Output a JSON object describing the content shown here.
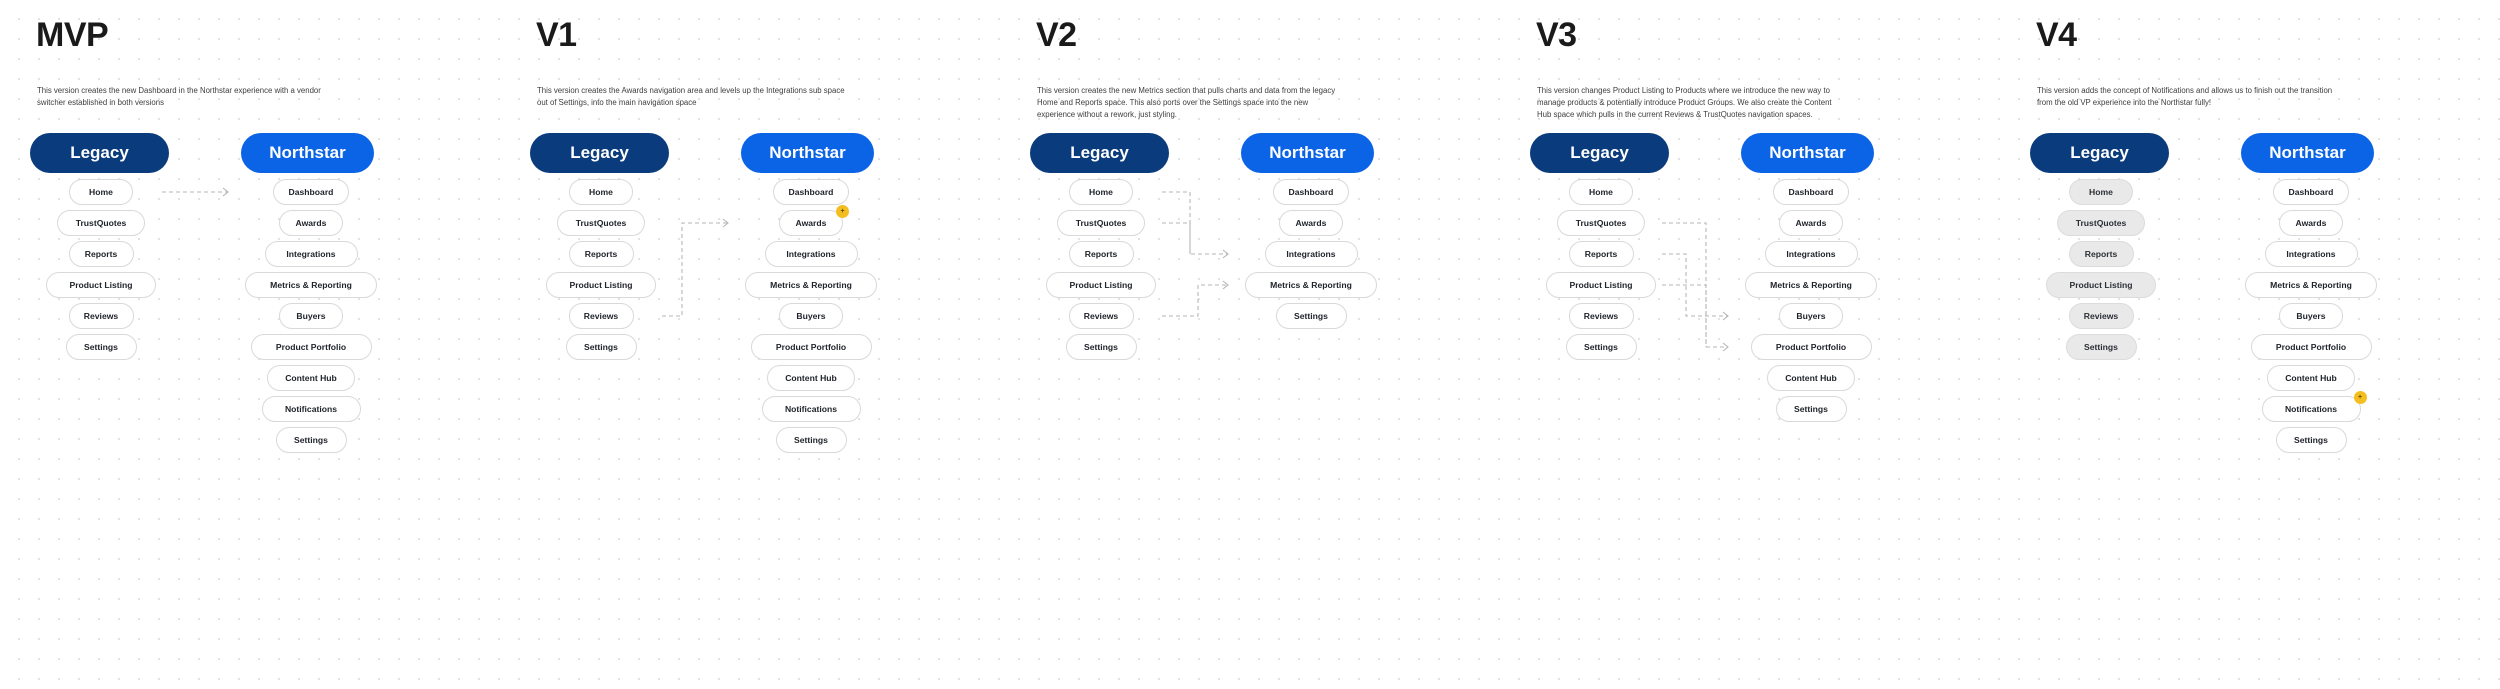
{
  "meta": {
    "colors": {
      "legacy_header": "#0A3B7C",
      "northstar_header": "#0B63E5",
      "badge": "#F5BE20",
      "pill_border": "#d9d9d9",
      "pill_dim_bg": "#e9e9e9",
      "connector": "#b6b6b6"
    },
    "legacy_label": "Legacy",
    "northstar_label": "Northstar",
    "badge_glyph": "+"
  },
  "versions": [
    {
      "title": "MVP",
      "description": "This version creates the new Dashboard in the Northstar experience with a vendor switcher established in both versions",
      "legacy": [
        {
          "label": "Home"
        },
        {
          "label": "TrustQuotes"
        },
        {
          "label": "Reports"
        },
        {
          "label": "Product Listing"
        },
        {
          "label": "Reviews"
        },
        {
          "label": "Settings"
        }
      ],
      "northstar": [
        {
          "label": "Dashboard"
        },
        {
          "label": "Awards"
        },
        {
          "label": "Integrations"
        },
        {
          "label": "Metrics & Reporting"
        },
        {
          "label": "Buyers"
        },
        {
          "label": "Product Portfolio"
        },
        {
          "label": "Content Hub"
        },
        {
          "label": "Notifications"
        },
        {
          "label": "Settings"
        }
      ]
    },
    {
      "title": "V1",
      "description": "This version creates the Awards navigation area and levels up the Integrations sub space out of Settings, into the main navigation space",
      "legacy": [
        {
          "label": "Home"
        },
        {
          "label": "TrustQuotes"
        },
        {
          "label": "Reports"
        },
        {
          "label": "Product Listing"
        },
        {
          "label": "Reviews"
        },
        {
          "label": "Settings"
        }
      ],
      "northstar": [
        {
          "label": "Dashboard"
        },
        {
          "label": "Awards",
          "badge": "+"
        },
        {
          "label": "Integrations"
        },
        {
          "label": "Metrics & Reporting"
        },
        {
          "label": "Buyers"
        },
        {
          "label": "Product Portfolio"
        },
        {
          "label": "Content Hub"
        },
        {
          "label": "Notifications"
        },
        {
          "label": "Settings"
        }
      ]
    },
    {
      "title": "V2",
      "description": "This version creates the new Metrics section that pulls charts and data from the legacy Home and Reports space. This also ports over the Settings space into the new experience without a rework, just styling.",
      "legacy": [
        {
          "label": "Home"
        },
        {
          "label": "TrustQuotes"
        },
        {
          "label": "Reports"
        },
        {
          "label": "Product Listing"
        },
        {
          "label": "Reviews"
        },
        {
          "label": "Settings"
        }
      ],
      "northstar": [
        {
          "label": "Dashboard"
        },
        {
          "label": "Awards"
        },
        {
          "label": "Integrations"
        },
        {
          "label": "Metrics & Reporting"
        },
        {
          "label": "Settings"
        }
      ]
    },
    {
      "title": "V3",
      "description": "This version changes Product Listing to Products where we introduce the new way to manage products & potentially introduce Product Groups. We also create the Content Hub space which pulls in the current Reviews & TrustQuotes navigation spaces.",
      "legacy": [
        {
          "label": "Home"
        },
        {
          "label": "TrustQuotes"
        },
        {
          "label": "Reports"
        },
        {
          "label": "Product Listing"
        },
        {
          "label": "Reviews"
        },
        {
          "label": "Settings"
        }
      ],
      "northstar": [
        {
          "label": "Dashboard"
        },
        {
          "label": "Awards"
        },
        {
          "label": "Integrations"
        },
        {
          "label": "Metrics & Reporting"
        },
        {
          "label": "Buyers"
        },
        {
          "label": "Product Portfolio"
        },
        {
          "label": "Content Hub"
        },
        {
          "label": "Settings"
        }
      ]
    },
    {
      "title": "V4",
      "description": "This version adds the concept of Notifications and allows us to finish out the transition from the old VP experience into the Northstar fully!",
      "legacy": [
        {
          "label": "Home",
          "dim": true
        },
        {
          "label": "TrustQuotes",
          "dim": true
        },
        {
          "label": "Reports",
          "dim": true
        },
        {
          "label": "Product Listing",
          "dim": true
        },
        {
          "label": "Reviews",
          "dim": true
        },
        {
          "label": "Settings",
          "dim": true
        }
      ],
      "northstar": [
        {
          "label": "Dashboard"
        },
        {
          "label": "Awards"
        },
        {
          "label": "Integrations"
        },
        {
          "label": "Metrics & Reporting"
        },
        {
          "label": "Buyers"
        },
        {
          "label": "Product Portfolio"
        },
        {
          "label": "Content Hub"
        },
        {
          "label": "Notifications",
          "badge": "+"
        },
        {
          "label": "Settings"
        }
      ]
    }
  ],
  "connectors": [
    {
      "version": 0,
      "paths": [
        "M 162 192 L 228 192"
      ]
    },
    {
      "version": 1,
      "paths": [
        "M 162 316 L 182 316 L 182 223 L 228 223"
      ]
    },
    {
      "version": 2,
      "paths": [
        "M 162 192 L 190 192 L 190 254 L 228 254",
        "M 162 223 L 190 223 L 190 254",
        "M 162 316 L 198 316 L 198 285 L 228 285"
      ]
    },
    {
      "version": 3,
      "paths": [
        "M 162 223 L 206 223 L 206 347 L 228 347",
        "M 162 285 L 206 285 L 206 347",
        "M 162 254 L 186 254 L 186 316 L 228 316"
      ]
    },
    {
      "version": 4,
      "paths": []
    }
  ]
}
